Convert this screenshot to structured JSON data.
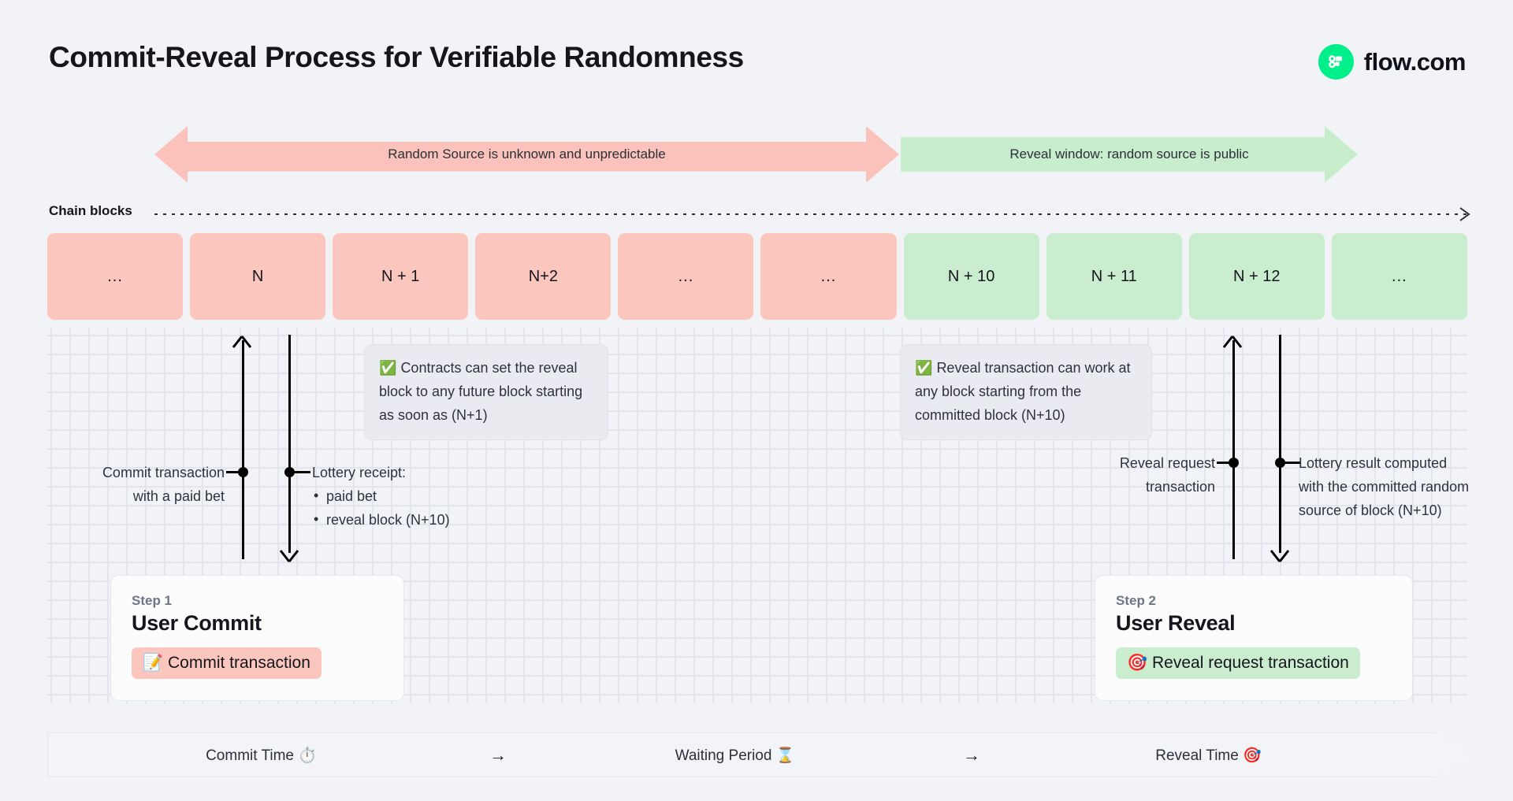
{
  "header": {
    "title": "Commit-Reveal Process for Verifiable Randomness",
    "brand_name": "flow.com",
    "brand_color": "#00ef8b"
  },
  "phases": [
    {
      "id": "unknown-phase",
      "label": "Random Source is unknown and unpredictable",
      "color": "#fbc2bb",
      "direction": "double"
    },
    {
      "id": "reveal-phase",
      "label": "Reveal window: random source is public",
      "color": "#c8edcd",
      "direction": "right"
    }
  ],
  "chain": {
    "label": "Chain blocks",
    "blocks": [
      {
        "label": "...",
        "state": "pink"
      },
      {
        "label": "N",
        "state": "pink"
      },
      {
        "label": "N + 1",
        "state": "pink"
      },
      {
        "label": "N+2",
        "state": "pink"
      },
      {
        "label": "...",
        "state": "pink"
      },
      {
        "label": "...",
        "state": "pink"
      },
      {
        "label": "N + 10",
        "state": "green"
      },
      {
        "label": "N + 11",
        "state": "green"
      },
      {
        "label": "N + 12",
        "state": "green"
      },
      {
        "label": "...",
        "state": "green"
      }
    ],
    "pink_color": "#fbc6be",
    "green_color": "#c9edce"
  },
  "callouts": [
    {
      "id": "commit-callout",
      "icon": "check-mark-icon",
      "icon_glyph": "✅",
      "text": "Contracts can set the reveal block to any future block starting as soon as (N+1)"
    },
    {
      "id": "reveal-callout",
      "icon": "check-mark-icon",
      "icon_glyph": "✅",
      "text": "Reveal transaction can work at any block starting from the committed block (N+10)"
    }
  ],
  "annotations": {
    "commit_tx": {
      "line1": "Commit transaction",
      "line2": "with a paid bet"
    },
    "lottery_receipt": {
      "title": "Lottery receipt:",
      "items": [
        "paid bet",
        "reveal block (N+10)"
      ]
    },
    "reveal_request": {
      "line1": "Reveal request",
      "line2": "transaction"
    },
    "lottery_result": {
      "text": "Lottery result computed with the committed random source of block (N+10)"
    }
  },
  "cards": [
    {
      "id": "step-1",
      "step": "Step 1",
      "title": "User Commit",
      "chip_label": "Commit transaction",
      "chip_icon": "memo-icon",
      "chip_glyph": "📝",
      "chip_color": "#fbc6be"
    },
    {
      "id": "step-2",
      "step": "Step 2",
      "title": "User Reveal",
      "chip_label": "Reveal request transaction",
      "chip_icon": "target-icon",
      "chip_glyph": "🎯",
      "chip_color": "#c9edce"
    }
  ],
  "timeline": {
    "cells": [
      {
        "label": "Commit Time ⏱️",
        "icon": "stopwatch-icon"
      },
      {
        "label": "Waiting Period ⌛",
        "icon": "hourglass-icon"
      },
      {
        "label": "Reveal Time 🎯",
        "icon": "target-icon"
      }
    ],
    "separator": "→"
  }
}
